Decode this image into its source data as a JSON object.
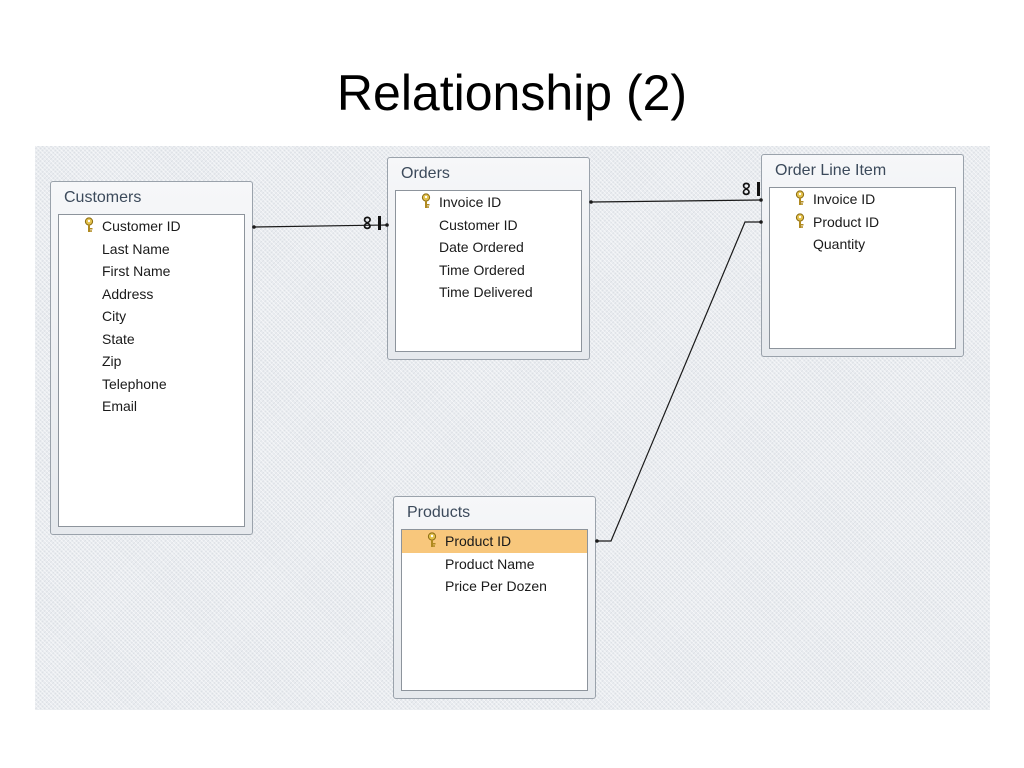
{
  "slide": {
    "title": "Relationship (2)"
  },
  "tables": {
    "customers": {
      "title": "Customers",
      "fields": [
        "Customer ID",
        "Last Name",
        "First Name",
        "Address",
        "City",
        "State",
        "Zip",
        "Telephone",
        "Email"
      ]
    },
    "orders": {
      "title": "Orders",
      "fields": [
        "Invoice ID",
        "Customer ID",
        "Date Ordered",
        "Time Ordered",
        "Time Delivered"
      ]
    },
    "order_line_item": {
      "title": "Order Line Item",
      "fields": [
        "Invoice ID",
        "Product ID",
        "Quantity"
      ]
    },
    "products": {
      "title": "Products",
      "fields": [
        "Product ID",
        "Product Name",
        "Price Per Dozen"
      ]
    }
  },
  "relationships": {
    "many_symbol": "∞",
    "one_symbol": "1"
  },
  "colors": {
    "selected_row": "#f8c77c",
    "key_icon": "#c9a227",
    "canvas": "#e9ecf0"
  }
}
